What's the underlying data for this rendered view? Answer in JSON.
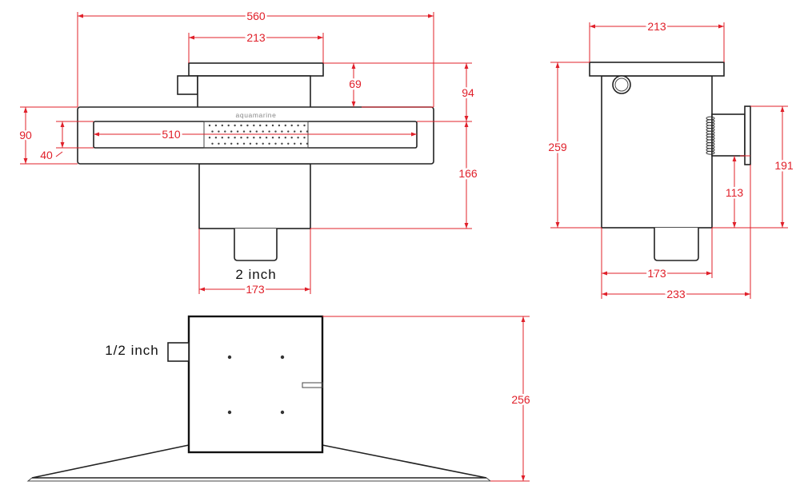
{
  "colors": {
    "dimension": "#e0202a",
    "outline": "#222222",
    "background": "#ffffff"
  },
  "brand": "aquamarine",
  "front_view": {
    "overall_width": "560",
    "top_cap_width": "213",
    "opening_width": "510",
    "cap_to_faceplate": "69",
    "cap_to_top_of_opening": "94",
    "below_opening": "166",
    "faceplate_height": "90",
    "opening_height": "40",
    "body_width": "173",
    "outlet_label": "2 inch"
  },
  "side_view": {
    "cap_width": "213",
    "overall_height": "259",
    "faceplate_height": "191",
    "faceplate_to_bottom": "113",
    "body_width": "173",
    "overall_depth": "233"
  },
  "top_view": {
    "inlet_label": "1/2 inch",
    "depth": "256"
  }
}
